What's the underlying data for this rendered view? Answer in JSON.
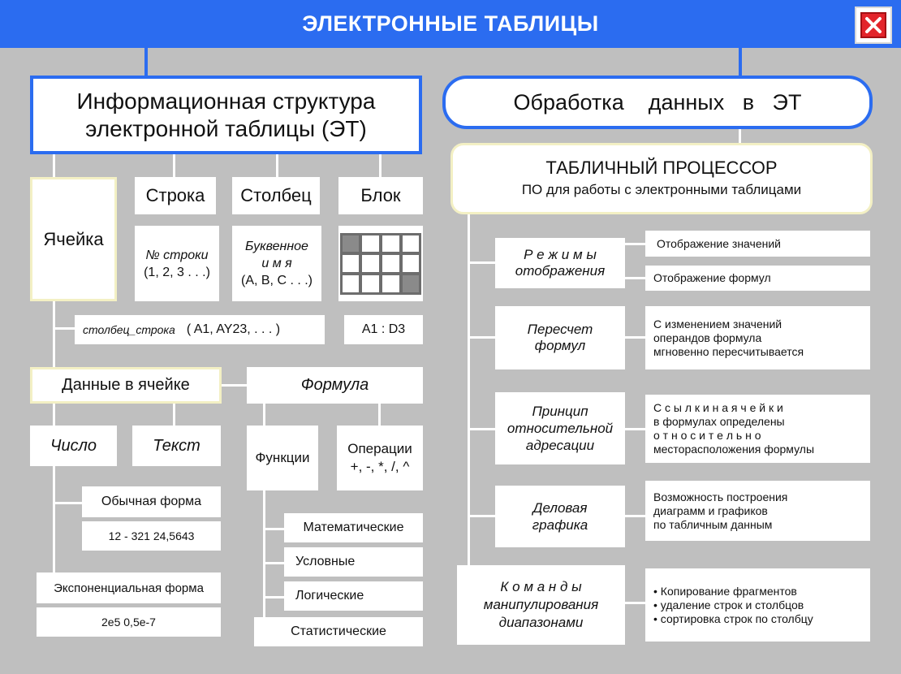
{
  "header": {
    "title": "ЭЛЕКТРОННЫЕ  ТАБЛИЦЫ"
  },
  "left": {
    "title_line1": "Информационная  структура",
    "title_line2": "электронной  таблицы  (ЭТ)",
    "cell": "Ячейка",
    "row": "Строка",
    "column": "Столбец",
    "block": "Блок",
    "row_desc1": "№ строки",
    "row_desc2": "(1, 2, 3 . . .)",
    "col_desc1": "Буквенное",
    "col_desc2": "и м я",
    "col_desc3": "(A, B, C . . .)",
    "address_label": "столбец_строка",
    "address_examples": "( A1, AY23, . . .  )",
    "block_address": "A1 : D3",
    "cell_data": "Данные  в  ячейке",
    "formula": "Формула",
    "number": "Число",
    "text": "Текст",
    "functions": "Функции",
    "operations_line1": "Операции",
    "operations_line2": "+, -, *, /, ^",
    "normal_form": "Обычная  форма",
    "normal_examples": "12    - 321   24,5643",
    "exp_form": "Экспоненциальная  форма",
    "exp_examples": "2e5    0,5e-7",
    "func_math": "Математические",
    "func_cond": "Условные",
    "func_logic": "Логические",
    "func_stat": "Статистические"
  },
  "right": {
    "title": "Обработка    данных   в   ЭТ",
    "processor_line1": "ТАБЛИЧНЫЙ  ПРОЦЕССОР",
    "processor_line2": "ПО  для  работы  с  электронными  таблицами",
    "mode_line1": "Р е ж и м ы",
    "mode_line2": "отображения",
    "mode_values": "Отображение  значений",
    "mode_formulas": "Отображение  формул",
    "recalc_line1": "Пересчет",
    "recalc_line2": "формул",
    "recalc_desc1": "С  изменением  значений",
    "recalc_desc2": "операндов  формула",
    "recalc_desc3": "мгновенно  пересчитывается",
    "rel_line1": "Принцип",
    "rel_line2": "относительной",
    "rel_line3": "адресации",
    "rel_desc1": "С с ы л к и  н а  я ч е й к и",
    "rel_desc2": "в  формулах  определены",
    "rel_desc3": "о т н о с и т е л ь н о",
    "rel_desc4": "месторасположения  формулы",
    "graph_line1": "Деловая",
    "graph_line2": "графика",
    "graph_desc1": "Возможность  построения",
    "graph_desc2": "диаграмм  и  графиков",
    "graph_desc3": "по  табличным  данным",
    "cmd_line1": "К о м а н д ы",
    "cmd_line2": "манипулирования",
    "cmd_line3": "диапазонами",
    "cmd_item1": "• Копирование  фрагментов",
    "cmd_item2": "• удаление  строк  и  столбцов",
    "cmd_item3": "• сортировка  строк  по  столбцу"
  },
  "colors": {
    "accent": "#2b6cf0",
    "background": "#bfbfbf",
    "close": "#e3242b",
    "highlight_border": "#f3f0c4"
  },
  "icons": {
    "close": "close-icon",
    "block_grid": "block-grid-icon"
  }
}
